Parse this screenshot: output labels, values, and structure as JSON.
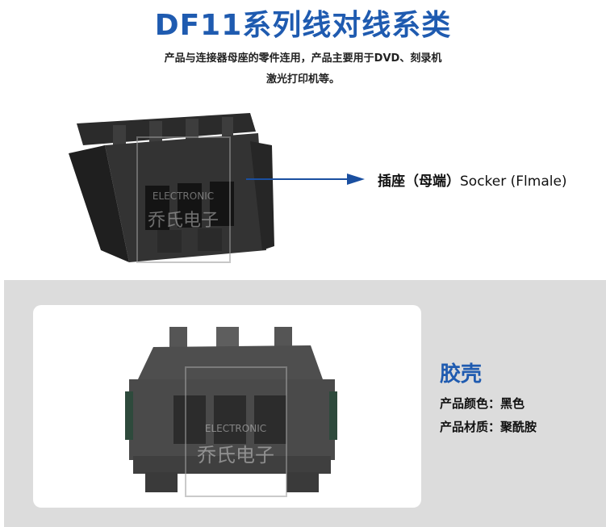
{
  "header": {
    "title": "DF11系列线对线系类",
    "subtitle_line1": "产品与连接器母座的零件连用，产品主要用于DVD、刻录机",
    "subtitle_line2": "激光打印机等。"
  },
  "top_section": {
    "callout": {
      "label_cn": "插座（母端）",
      "label_en": "Socker (Flmale)"
    },
    "watermark": {
      "brand_en": "ELECTRONIC",
      "brand_cn": "乔氏电子"
    }
  },
  "shell_section": {
    "title": "胶壳",
    "specs": [
      {
        "label": "产品颜色：",
        "value": "黑色"
      },
      {
        "label": "产品材质：",
        "value": "聚酰胺"
      }
    ],
    "watermark": {
      "brand_en": "ELECTRONIC",
      "brand_cn": "乔氏电子"
    }
  },
  "colors": {
    "title_blue": "#1f5bb0",
    "arrow_blue": "#1a4fa0",
    "band_grey": "#dcdcdc",
    "connector_dark": "#2a2a2a",
    "connector_grey": "#5b5b5b"
  }
}
